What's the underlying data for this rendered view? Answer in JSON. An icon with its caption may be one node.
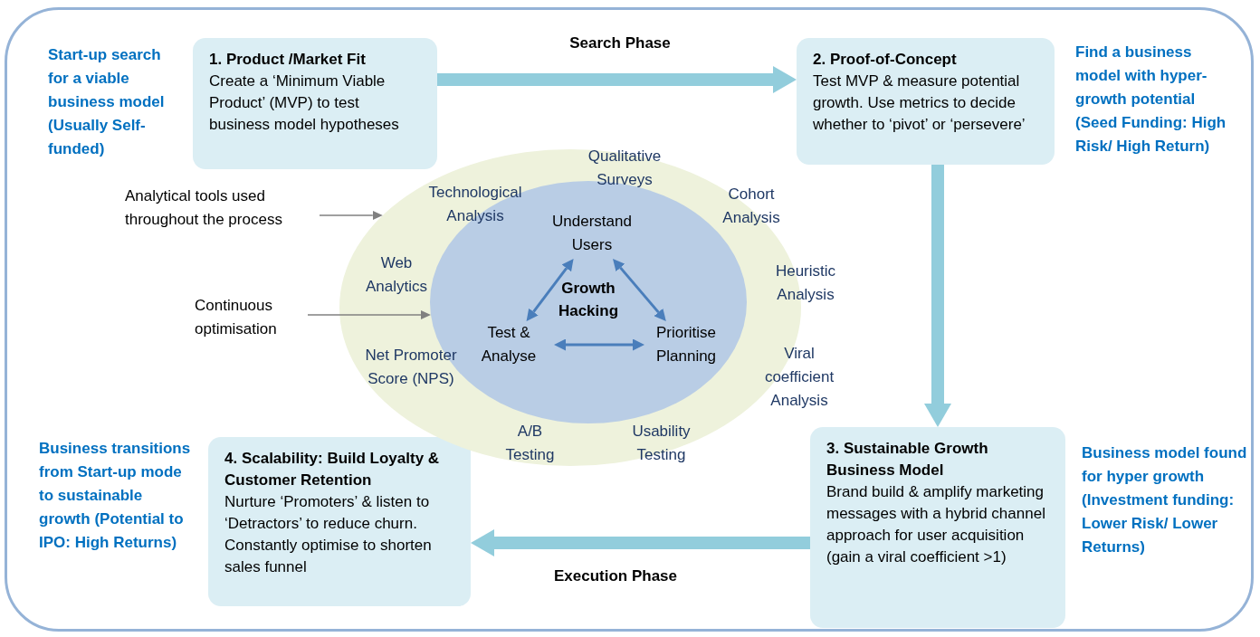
{
  "diagram": {
    "nodes": [
      {
        "text": [
          "1. Product /Market Fit",
          "Create a ‘Minimum Viable Product’ (MVP) to test business model hypotheses"
        ]
      },
      {
        "text": [
          "2. Proof-of-Concept",
          "Test MVP & measure potential growth. Use metrics to decide whether to ‘pivot’ or ‘persevere’"
        ]
      },
      {
        "text": [
          "3. Sustainable Growth Business Model",
          "Brand build & amplify marketing messages with a hybrid channel approach for user acquisition (gain a viral coefficient >1)"
        ]
      },
      {
        "text": [
          "4. Scalability: Build Loyalty & Customer Retention",
          "Nurture ‘Promoters’ & listen to ‘Detractors’ to reduce churn. Constantly optimise to shorten sales funnel"
        ]
      },
      {
        "text": [],
        "shape": "ellipse"
      },
      {
        "text": [
          "Growth Hacking"
        ],
        "in": 4
      },
      {
        "text": [
          "Understand Users"
        ],
        "in": 5
      },
      {
        "text": [
          "Prioritise Planning"
        ],
        "in": 5
      },
      {
        "text": [
          "Test & Analyse"
        ],
        "in": 5
      },
      {
        "text": [
          "Analytical tools used throughout the process"
        ]
      },
      {
        "text": [
          "Continuous optimisation"
        ]
      }
    ],
    "edges": [
      {
        "from": 0,
        "to": 1,
        "arrow": "to",
        "label": "Search Phase",
        "style": "thick",
        "color": "#92cddc"
      },
      {
        "from": 1,
        "to": 2,
        "arrow": "to",
        "style": "thick",
        "color": "#92cddc"
      },
      {
        "from": 2,
        "to": 3,
        "arrow": "to",
        "label": "Execution Phase",
        "style": "thick",
        "color": "#92cddc"
      },
      {
        "from": 6,
        "to": 7,
        "arrow": "both",
        "color": "#4a7ebb"
      },
      {
        "from": 7,
        "to": 8,
        "arrow": "both",
        "color": "#4a7ebb"
      },
      {
        "from": 8,
        "to": 6,
        "arrow": "both",
        "color": "#4a7ebb"
      },
      {
        "from": 9,
        "to": 4,
        "arrow": "to",
        "color": "#808080"
      },
      {
        "from": 10,
        "to": 5,
        "arrow": "to",
        "color": "#808080"
      }
    ],
    "labels": [
      "Start-up search for a viable business model (Usually Self-funded)",
      "Find a business model with hyper-growth potential (Seed Funding: High Risk/ High Return)",
      "Qualitative Surveys",
      "Technological Analysis",
      "Cohort Analysis",
      "Web Analytics",
      "Heuristic Analysis",
      "Net Promoter Score (NPS)",
      "Viral coefficient Analysis",
      "A/B Testing",
      "Usability Testing",
      "Business transitions from Start-up mode to sustainable growth (Potential to IPO: High Returns)",
      "Business model found for hyper growth (Investment funding: Lower Risk/ Lower Returns)"
    ]
  }
}
